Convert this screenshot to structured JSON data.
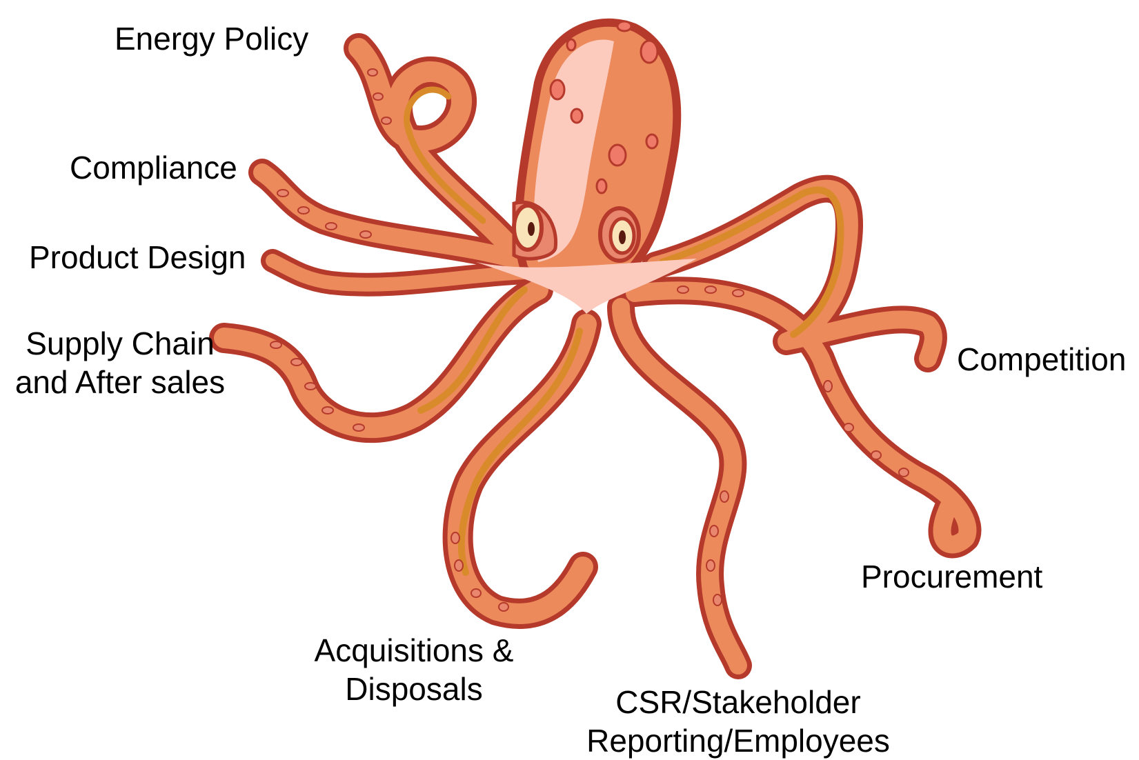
{
  "colors": {
    "outline": "#b53a2b",
    "body_fill": "#ec8a5c",
    "body_light": "#fccbbd",
    "inner_band": "#d98a2a",
    "sucker": "#e9866e",
    "spot": "#f07a6a",
    "eye_white": "#f8e4b8",
    "label_text": "#000000"
  },
  "labels": {
    "energy_policy": "Energy Policy",
    "compliance": "Compliance",
    "product_design": "Product Design",
    "supply_chain": [
      "Supply Chain",
      "and After sales"
    ],
    "competition": "Competition",
    "procurement": "Procurement",
    "acquisitions": [
      "Acquisitions &",
      "Disposals"
    ],
    "csr": [
      "CSR/Stakeholder",
      "Reporting/Employees"
    ]
  }
}
